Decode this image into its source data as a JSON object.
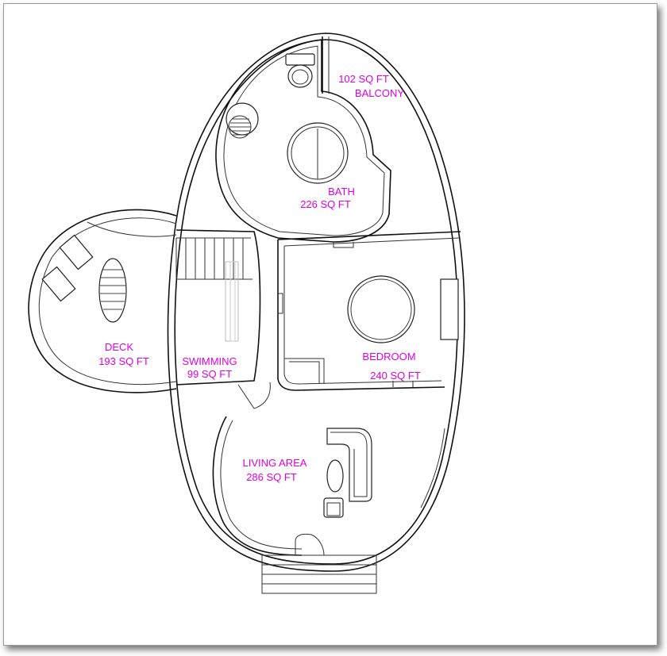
{
  "rooms": {
    "balcony": {
      "area": "102 SQ FT",
      "name": "BALCONY"
    },
    "bath": {
      "name": "BATH",
      "area": "226 SQ FT"
    },
    "deck": {
      "name": "DECK",
      "area": "193 SQ FT"
    },
    "swimming": {
      "name": "SWIMMING",
      "area": "99 SQ FT"
    },
    "bedroom": {
      "name": "BEDROOM",
      "area": "240 SQ FT"
    },
    "living": {
      "name": "LIVING AREA",
      "area": "286 SQ FT"
    }
  },
  "colors": {
    "label": "#e000e0",
    "walls": "#111111",
    "background": "#ffffff"
  }
}
